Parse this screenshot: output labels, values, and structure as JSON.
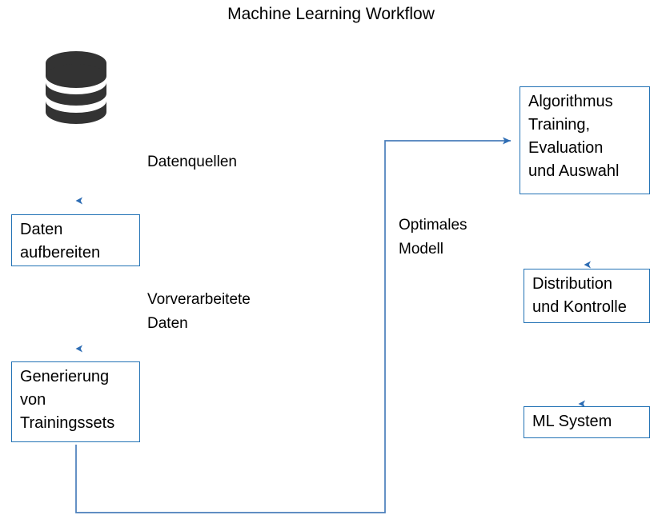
{
  "title": "Machine Learning Workflow",
  "colors": {
    "box_border": "#2272B5",
    "connector": "#4A7EBB",
    "arrowhead": "#2E6DB4",
    "icon": "#333333",
    "text": "#000000",
    "background": "#FFFFFF"
  },
  "icons": {
    "database": "database-icon"
  },
  "nodes": [
    {
      "id": "data-sources",
      "label": "",
      "shape": "database-icon"
    },
    {
      "id": "daten-aufbereiten",
      "label": "Daten\naufbereiten",
      "shape": "rectangle"
    },
    {
      "id": "generierung",
      "label": "Generierung\nvon\nTrainingssets",
      "shape": "rectangle"
    },
    {
      "id": "algorithmus",
      "label": "Algorithmus\nTraining,\nEvaluation\nund Auswahl",
      "shape": "rectangle"
    },
    {
      "id": "distribution",
      "label": "Distribution\nund Kontrolle",
      "shape": "rectangle"
    },
    {
      "id": "ml-system",
      "label": "ML System",
      "shape": "rectangle"
    }
  ],
  "edge_labels": [
    {
      "id": "datenquellen",
      "text": "Datenquellen"
    },
    {
      "id": "vorverarbeitet",
      "text": "Vorverarbeitete\nDaten"
    },
    {
      "id": "optimales",
      "text": "Optimales\nModell"
    }
  ],
  "edges": [
    {
      "from": "data-sources",
      "to": "daten-aufbereiten",
      "label": "Datenquellen",
      "arrow": true
    },
    {
      "from": "daten-aufbereiten",
      "to": "generierung",
      "label": "Vorverarbeitete Daten",
      "arrow": true
    },
    {
      "from": "generierung",
      "to": "algorithmus",
      "label": "Optimales Modell",
      "arrow": true
    },
    {
      "from": "algorithmus",
      "to": "distribution",
      "label": "",
      "arrow": true
    },
    {
      "from": "distribution",
      "to": "ml-system",
      "label": "",
      "arrow": true
    }
  ]
}
